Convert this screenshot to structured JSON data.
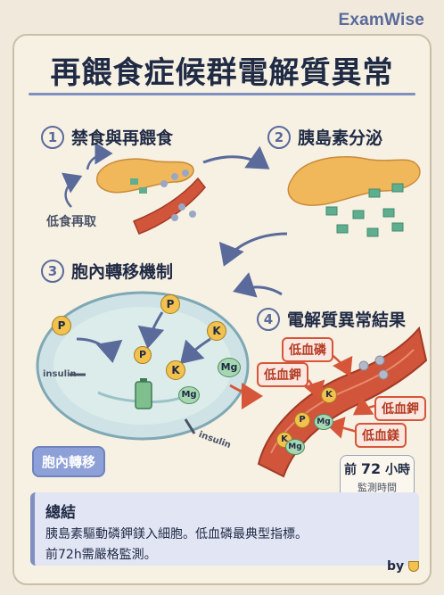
{
  "brand": "ExamWise",
  "title": "再餵食症候群電解質異常",
  "steps": [
    {
      "num": "1",
      "label": "禁食與再餵食"
    },
    {
      "num": "2",
      "label": "胰島素分泌"
    },
    {
      "num": "3",
      "label": "胞內轉移機制"
    },
    {
      "num": "4",
      "label": "電解質異常結果"
    }
  ],
  "low_intake": "低食再取",
  "cell": {
    "insulin_left": "insulin",
    "insulin_right": "insulin",
    "ions_outside": [
      "P",
      "P",
      "K",
      "Mg"
    ],
    "ions_inside": [
      "P",
      "K",
      "Mg"
    ],
    "badge": "胞內轉移"
  },
  "vessel_ions": [
    "K",
    "P",
    "Mg",
    "K",
    "Mg"
  ],
  "results": {
    "low_phosphate": "低血磷",
    "low_potassium_left": "低血鉀",
    "low_potassium_right": "低血鉀",
    "low_magnesium": "低血鎂"
  },
  "timebox": {
    "prefix": "前",
    "hours": "72",
    "unit": "小時",
    "note": "監測時間"
  },
  "summary": {
    "title": "總結",
    "line1": "胰島素驅動磷鉀鎂入細胞。低血磷最典型指標。",
    "line2": "前72h需嚴格監測。"
  },
  "signature": "by",
  "colors": {
    "accent": "#7f8fc0",
    "alert": "#d6563a",
    "ion_gold": "#f2c14e",
    "ion_green": "#7fbf8e"
  }
}
